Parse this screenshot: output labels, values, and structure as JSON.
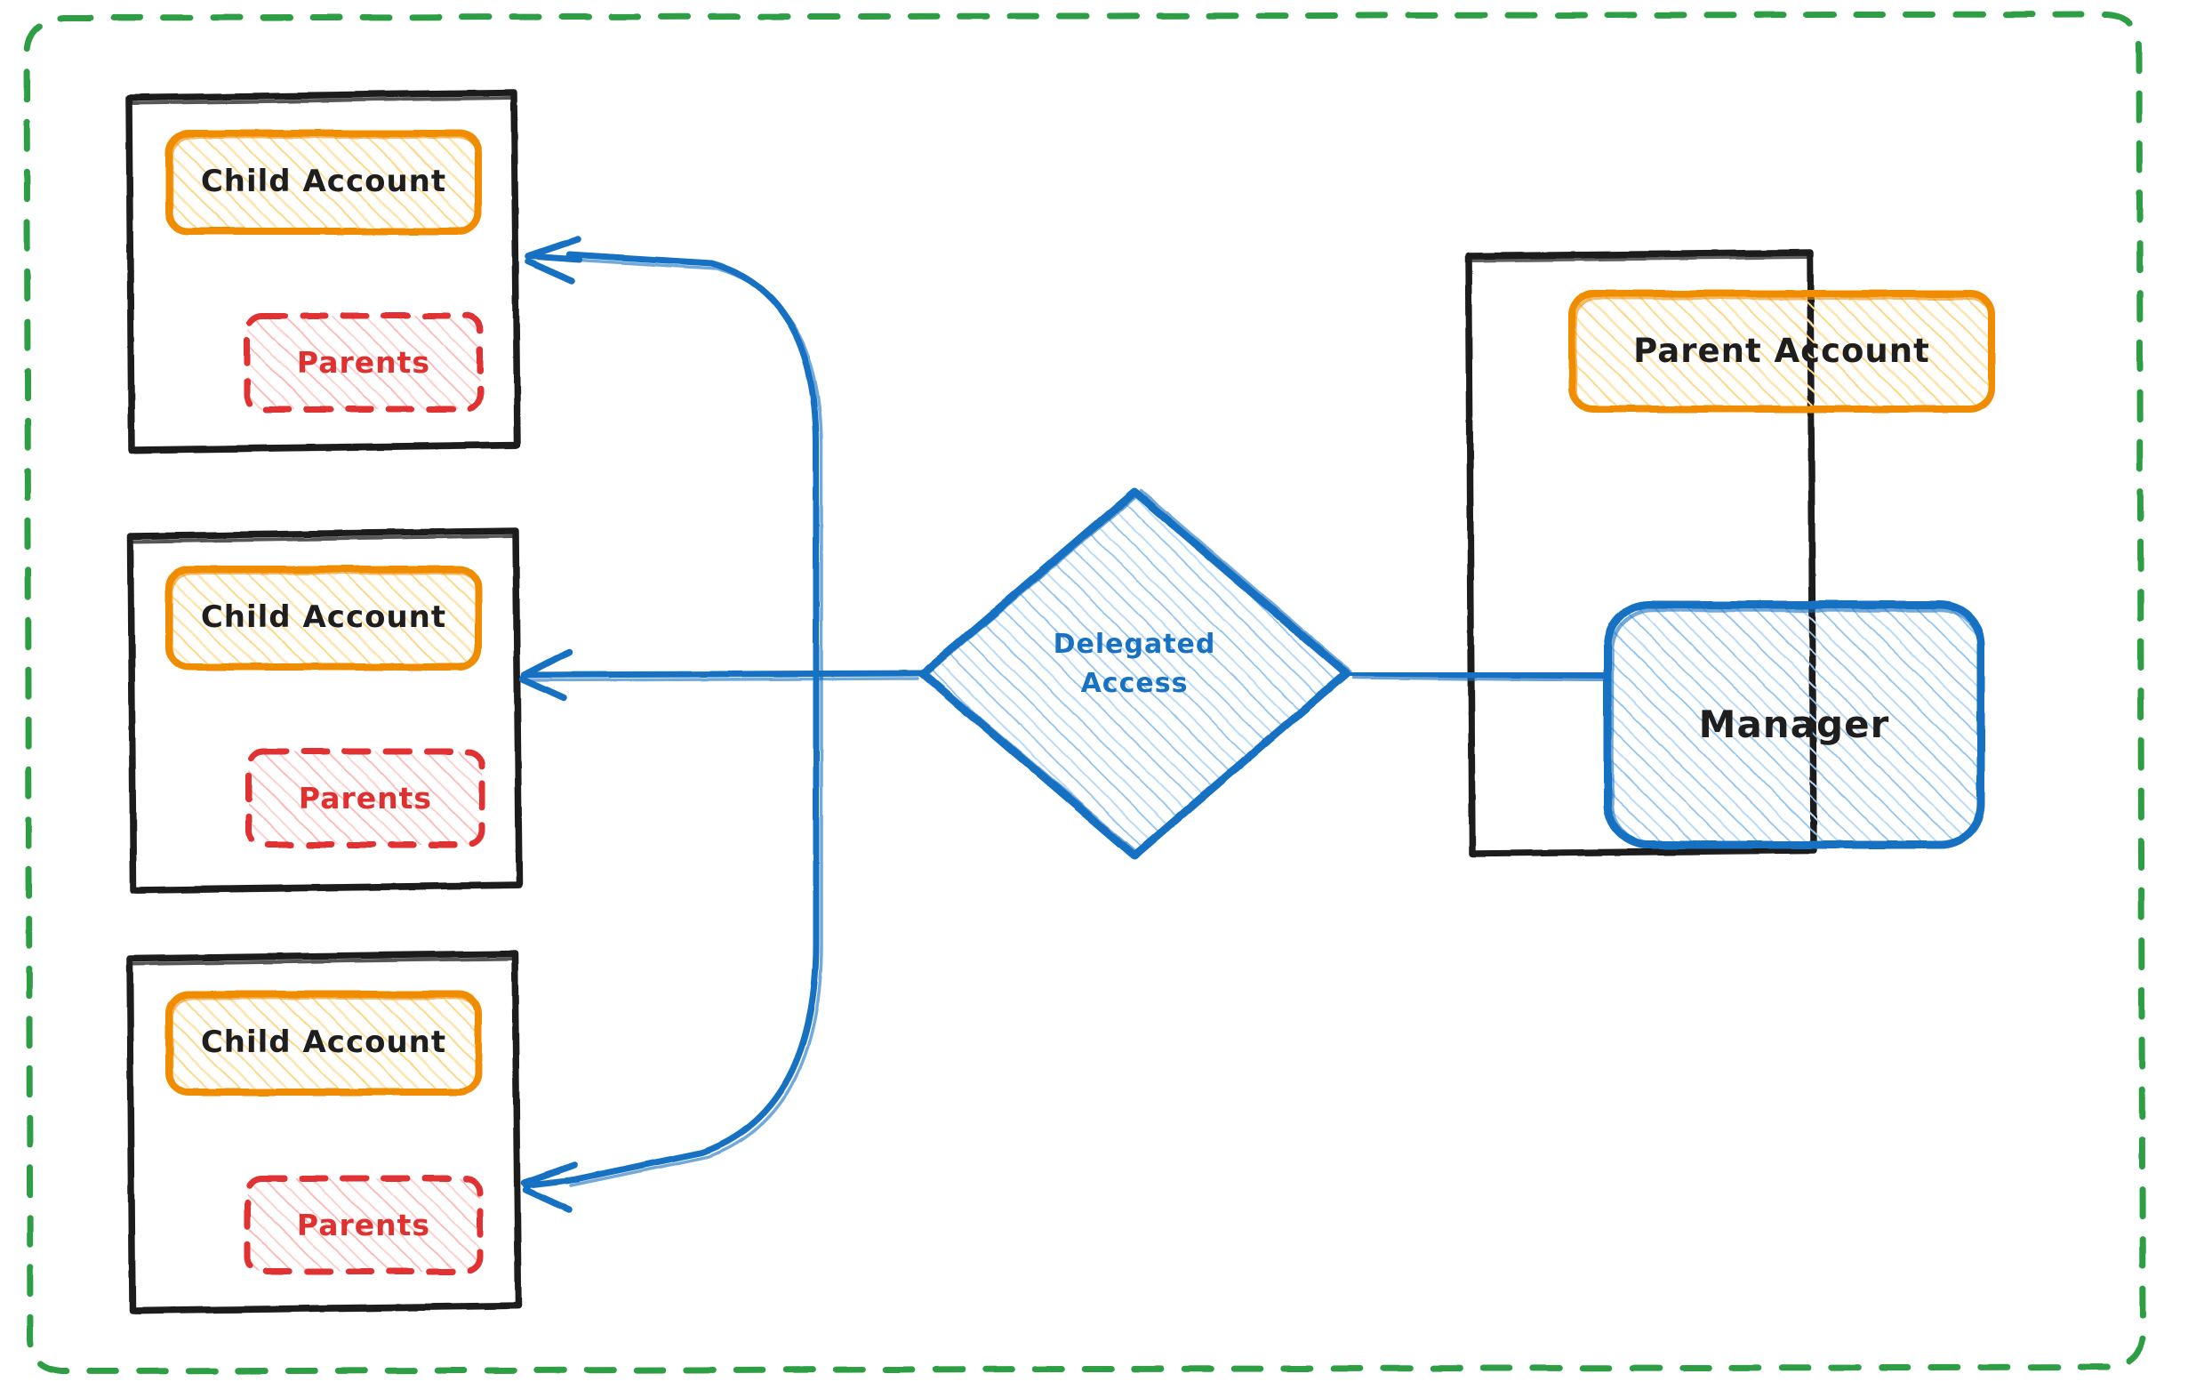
{
  "diagram": {
    "title": "Delegated Access between Parent Account and Child Accounts",
    "style": "hand-drawn sketch (excalidraw)",
    "colors": {
      "boundary_green": "#2f9e44",
      "container_black": "#1e1e1e",
      "account_orange": "#f08c00",
      "account_fill_yellow": "#ffd78a",
      "parents_red": "#e03131",
      "parents_fill_red": "#ffa8a8",
      "link_blue": "#1971c2",
      "link_fill_blue": "#8fc2f0",
      "canvas": "#ffffff"
    },
    "boundary": {
      "name": "organization-boundary",
      "stroke": "dashed",
      "color": "#2f9e44"
    },
    "child_containers": [
      {
        "id": "child-1",
        "account_label": "Child Account",
        "parents_label": "Parents"
      },
      {
        "id": "child-2",
        "account_label": "Child Account",
        "parents_label": "Parents"
      },
      {
        "id": "child-3",
        "account_label": "Child Account",
        "parents_label": "Parents"
      }
    ],
    "parent_container": {
      "id": "parent-1",
      "account_label": "Parent Account",
      "manager_label": "Manager"
    },
    "decision": {
      "id": "delegated-access",
      "shape": "diamond",
      "line1": "Delegated",
      "line2": "Access"
    },
    "connections": [
      {
        "from": "delegated-access",
        "to": "child-1",
        "arrow": "single",
        "style": "curved"
      },
      {
        "from": "delegated-access",
        "to": "child-2",
        "arrow": "single",
        "style": "straight"
      },
      {
        "from": "delegated-access",
        "to": "child-3",
        "arrow": "single",
        "style": "curved"
      },
      {
        "from": "manager",
        "to": "delegated-access",
        "arrow": "none",
        "style": "straight"
      }
    ]
  }
}
